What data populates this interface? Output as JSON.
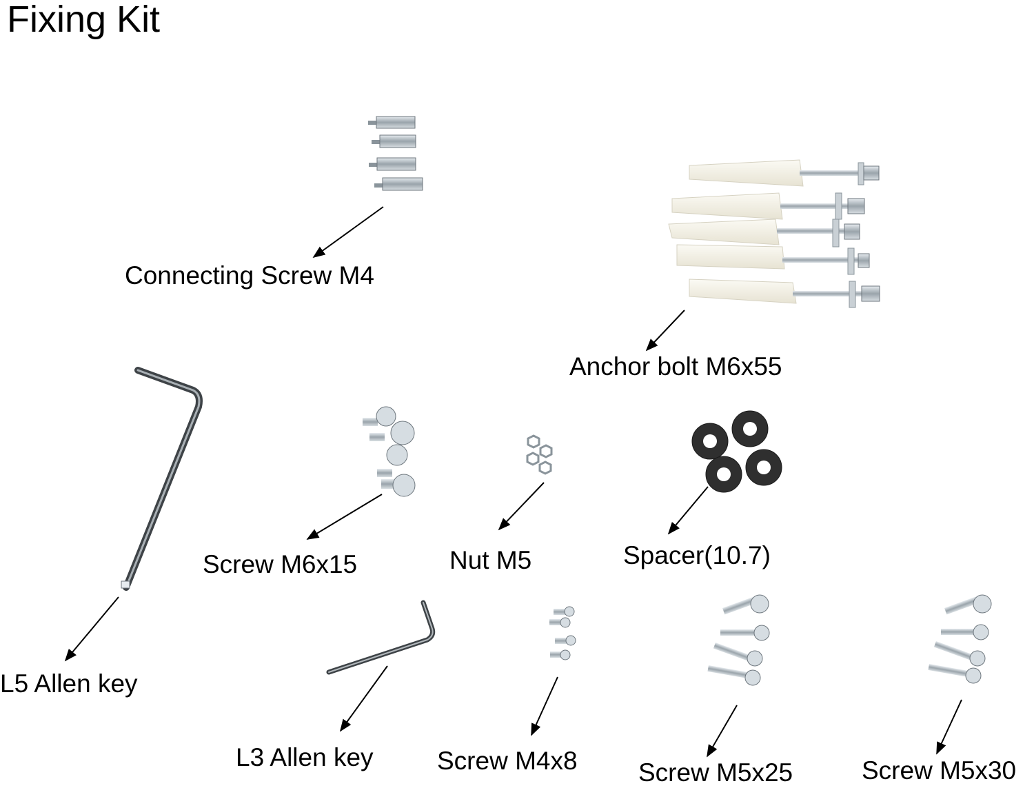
{
  "title": "Fixing Kit",
  "items": [
    {
      "id": "connecting-screw",
      "label": "Connecting Screw M4",
      "quantity_shown": 4
    },
    {
      "id": "anchor-bolt",
      "label": "Anchor bolt M6x55",
      "quantity_shown": 5
    },
    {
      "id": "l5-allen-key",
      "label": "L5 Allen key",
      "quantity_shown": 1
    },
    {
      "id": "screw-m6x15",
      "label": "Screw M6x15",
      "quantity_shown": 4
    },
    {
      "id": "nut-m5",
      "label": "Nut M5",
      "quantity_shown": 4
    },
    {
      "id": "spacer",
      "label": "Spacer(10.7)",
      "quantity_shown": 4
    },
    {
      "id": "l3-allen-key",
      "label": "L3 Allen key",
      "quantity_shown": 1
    },
    {
      "id": "screw-m4x8",
      "label": "Screw M4x8",
      "quantity_shown": 4
    },
    {
      "id": "screw-m5x25",
      "label": "Screw M5x25",
      "quantity_shown": 4
    },
    {
      "id": "screw-m5x30",
      "label": "Screw M5x30",
      "quantity_shown": 4
    }
  ],
  "colors": {
    "metal": "#b9c2c9",
    "metal_dark": "#6d767d",
    "plastic": "#f4f1e6",
    "rubber": "#2b2b2b",
    "text": "#000000"
  }
}
